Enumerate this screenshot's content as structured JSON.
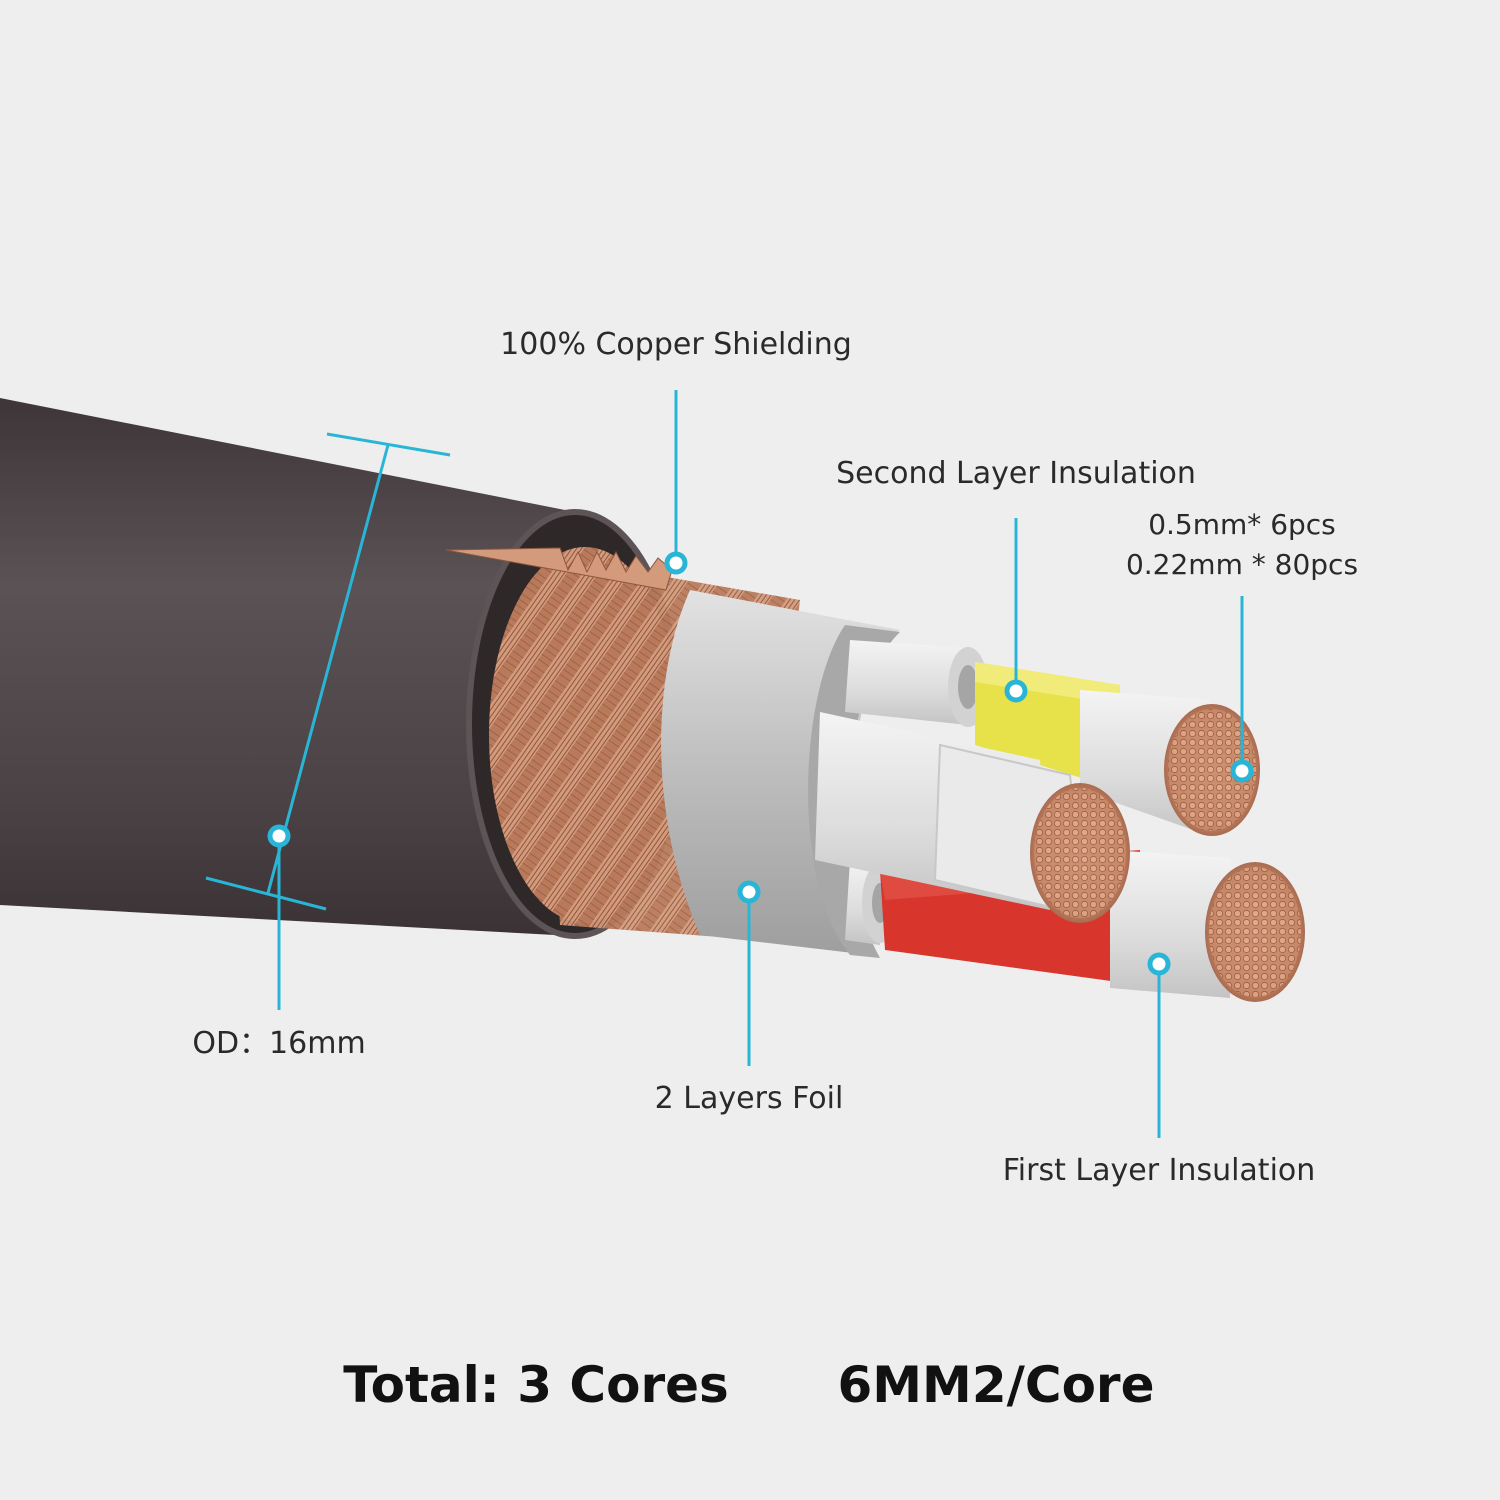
{
  "labels": {
    "copper_shielding": "100% Copper Shielding",
    "second_layer_insulation": "Second Layer Insulation",
    "strand_spec_line1": "0.5mm* 6pcs",
    "strand_spec_line2": "0.22mm * 80pcs",
    "outer_diameter": "OD：16mm",
    "foil": "2 Layers Foil",
    "first_layer_insulation": "First Layer Insulation"
  },
  "summary": {
    "total_cores": "Total: 3 Cores",
    "cross_section": "6MM2/Core"
  },
  "colors": {
    "background": "#eeeeee",
    "callout": "#29b6d6",
    "jacket": "#4a4244",
    "copper": "#c98a6a",
    "foil": "#c9c9c9",
    "yellow_insulation": "#e8e24a",
    "red_insulation": "#d8352c",
    "white_insulation": "#e6e6e6"
  }
}
